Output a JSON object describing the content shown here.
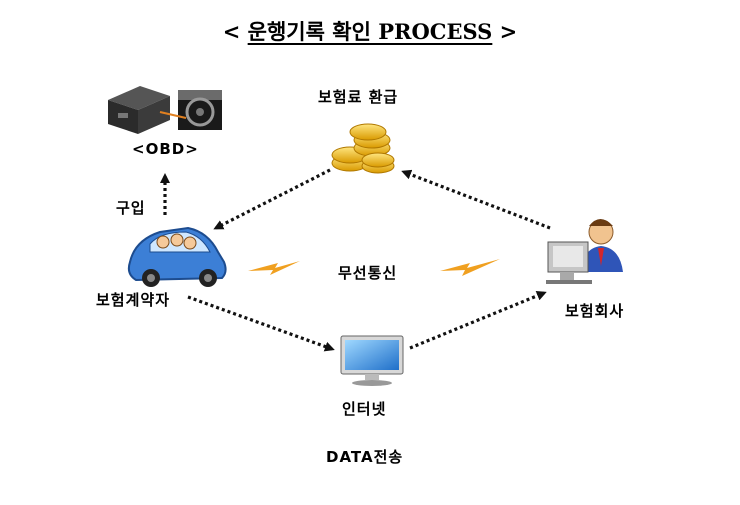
{
  "title": {
    "open": "< ",
    "text": "운행기록 확인 PROCESS",
    "close": " >"
  },
  "labels": {
    "obd": "<OBD>",
    "purchase": "구입",
    "refund": "보험료 환급",
    "policyholder": "보험계약자",
    "wireless": "무선통신",
    "insurer": "보험회사",
    "internet": "인터넷",
    "data_transfer": "DATA전송"
  },
  "icons": {
    "obd_device": "obd-device-icon",
    "steering_wheel": "steering-wheel-icon",
    "coins": "gold-coins-icon",
    "car": "car-with-family-icon",
    "lightning": "lightning-icon",
    "insurer": "businessman-at-computer-icon",
    "monitor": "lcd-monitor-icon"
  },
  "colors": {
    "arrow": "#111111",
    "coin_gold": "#f2b700",
    "car_blue": "#3c7fd6",
    "lightning": "#f0a020"
  }
}
